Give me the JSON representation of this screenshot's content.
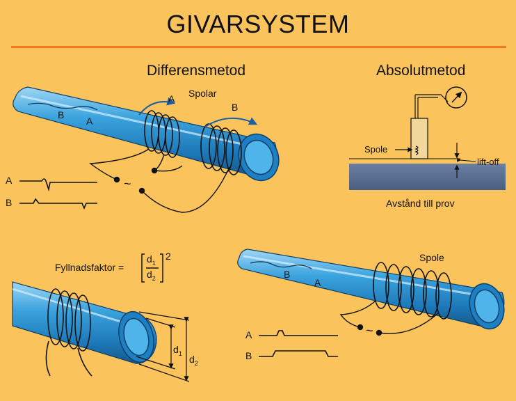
{
  "title": "GIVARSYSTEM",
  "differential": {
    "heading": "Differensmetod",
    "coils_label": "Spolar",
    "coil_a": "A",
    "coil_b": "B",
    "defect_b": "B",
    "defect_a": "A",
    "signal_a": "A",
    "signal_b": "B",
    "source": "~"
  },
  "absolute": {
    "heading": "Absolutmetod",
    "coil_label": "Spole",
    "liftoff_label": "lift-off",
    "distance_label": "Avstånd till prov"
  },
  "fill_factor": {
    "label": "Fyllnadsfaktor =",
    "num": "d",
    "num_sub": "1",
    "den": "d",
    "den_sub": "2",
    "exponent": "2",
    "dim_inner": "d",
    "dim_inner_sub": "1",
    "dim_outer": "d",
    "dim_outer_sub": "2"
  },
  "single_coil": {
    "coil_label": "Spole",
    "defect_b": "B",
    "defect_a": "A",
    "signal_a": "A",
    "signal_b": "B",
    "source": "~"
  },
  "colors": {
    "background": "#fbc35b",
    "rule": "#f07a1e",
    "tube": "#3a9ed8",
    "tube_dark": "#1b5c8e",
    "plate": "#54698c"
  }
}
